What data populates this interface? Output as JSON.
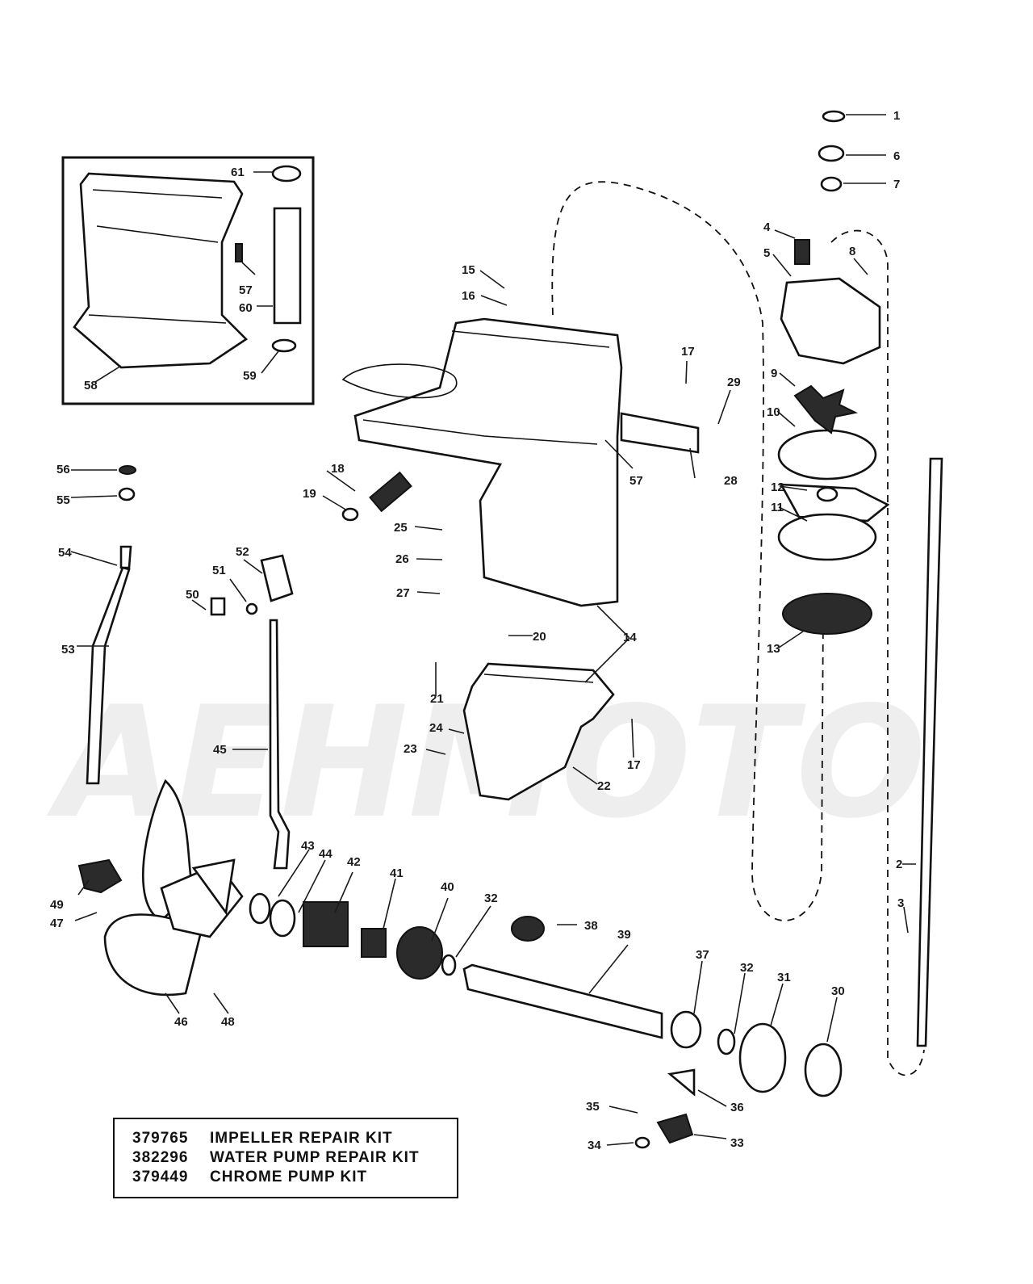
{
  "watermark": "AEHMOTO",
  "kits": [
    {
      "number": "379765",
      "name": "IMPELLER REPAIR KIT"
    },
    {
      "number": "382296",
      "name": "WATER PUMP REPAIR KIT"
    },
    {
      "number": "379449",
      "name": "CHROME PUMP KIT"
    }
  ],
  "callouts": [
    "1",
    "6",
    "7",
    "61",
    "57",
    "60",
    "59",
    "58",
    "4",
    "5",
    "8",
    "15",
    "16",
    "17",
    "29",
    "9",
    "10",
    "57",
    "28",
    "12",
    "11",
    "13",
    "56",
    "55",
    "18",
    "19",
    "25",
    "26",
    "27",
    "54",
    "52",
    "51",
    "50",
    "53",
    "20",
    "14",
    "21",
    "24",
    "23",
    "17",
    "22",
    "45",
    "43",
    "44",
    "42",
    "41",
    "40",
    "32",
    "38",
    "39",
    "49",
    "47",
    "46",
    "48",
    "37",
    "32",
    "31",
    "30",
    "36",
    "35",
    "34",
    "33",
    "2",
    "3"
  ]
}
